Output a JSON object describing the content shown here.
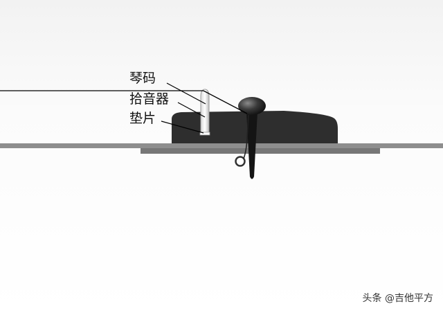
{
  "labels": {
    "bridge": "琴码",
    "pickup": "拾音器",
    "shim": "垫片"
  },
  "watermark": "头条 @吉他平方",
  "colors": {
    "background": "#ffffff",
    "top_plate": "#8e8e8e",
    "bridge_block": "#2e2e2e",
    "leader_line": "#000000"
  }
}
